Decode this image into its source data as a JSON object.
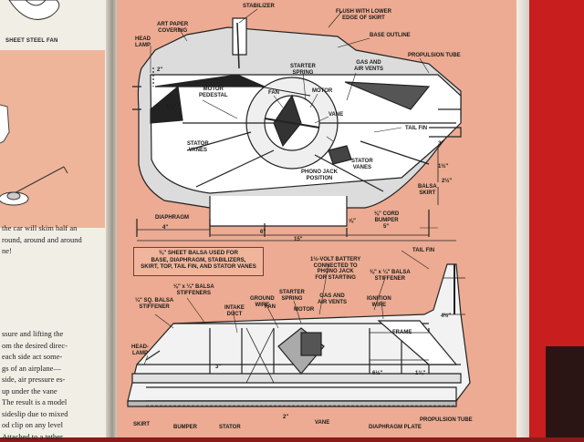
{
  "left_page": {
    "fan_label": "SHEET STEEL FAN",
    "text_block_1": [
      "the car will skim half an",
      "round, around and around",
      "ne!"
    ],
    "text_block_2": [
      "ssure and lifting the",
      "om the desired direc-",
      "each side act some-",
      "gs of an airplane—",
      "side, air pressure es-",
      "up under the vane",
      "The result is a model",
      "sideslip due to mixed",
      "od clip on any level",
      "Attached to a tether"
    ]
  },
  "top_view": {
    "labels": {
      "stabilizer": "STABILIZER",
      "flush": "FLUSH WITH LOWER\nEDGE OF SKIRT",
      "art_paper": "ART PAPER\nCOVERING",
      "head_lamp": "HEAD\nLAMP",
      "base_outline": "BASE OUTLINE",
      "propulsion_tube": "PROPULSION TUBE",
      "starter_spring": "STARTER\nSPRING",
      "gas_air_vents": "GAS AND\nAIR VENTS",
      "motor_pedestal": "MOTOR\nPEDESTAL",
      "fan": "FAN",
      "motor": "MOTOR",
      "vane": "VANE",
      "tail_fin": "TAIL FIN",
      "stator_vanes_l": "STATOR\nVANES",
      "stator_vanes_r": "STATOR\nVANES",
      "phono_jack": "PHONO JACK\nPOSITION",
      "balsa_skirt": "BALSA\nSKIRT",
      "diaphragm": "DIAPHRAGM",
      "cord_bumper": "⅛\" CORD\nBUMPER"
    },
    "dims": {
      "d2": "2\"",
      "d1_3_4": "1¾\"",
      "d3": "3\"",
      "d1_1_2": "1½\"",
      "d2_1_2": "2½\"",
      "d5_8": "⅝\"",
      "d4": "4\"",
      "d6": "6\"",
      "d5": "5\"",
      "d15": "15\""
    }
  },
  "note_box": "⅜\" SHEET BALSA USED FOR\nBASE, DIAPHRAGM, STABILIZERS,\nSKIRT, TOP, TAIL FIN, AND STATOR VANES",
  "side_view": {
    "labels": {
      "tail_fin": "TAIL FIN",
      "battery": "1½-VOLT BATTERY\nCONNECTED TO\nPHONO JACK\nFOR STARTING",
      "balsa_stiffener_r": "⅛\" x ¼\" BALSA\nSTIFFENER",
      "balsa_stiffeners": "⅛\" x ¼\" BALSA\nSTIFFENERS",
      "sq_balsa": "¼\" SQ. BALSA\nSTIFFENER",
      "starter_spring": "STARTER\nSPRING",
      "gas_air_vents": "GAS AND\nAIR VENTS",
      "ground_wire": "GROUND\nWIRE",
      "ignition_wire": "IGNITION\nWIRE",
      "intake_duct": "INTAKE\nDUCT",
      "motor": "MOTOR",
      "fan": "FAN",
      "frame": "FRAME",
      "head_lamp": "HEAD-\nLAMP",
      "skirt": "SKIRT",
      "bumper": "BUMPER",
      "stator": "STATOR",
      "vane": "VANE",
      "diaphragm_plate": "DIAPHRAGM PLATE",
      "propulsion_tube": "PROPULSION TUBE"
    },
    "dims": {
      "d4_1_2": "4½\"",
      "d3": "3\"",
      "d6_1_2": "6½\"",
      "d1_3_4": "1¾\"",
      "d2": "2\""
    }
  }
}
